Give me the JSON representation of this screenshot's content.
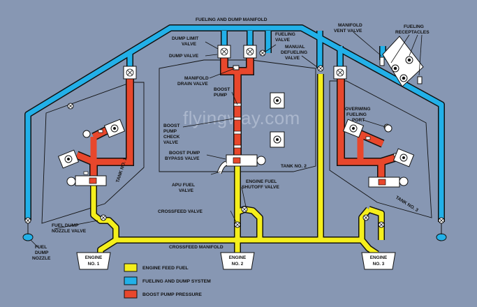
{
  "watermark": "flyingway.com",
  "colors": {
    "background": "#8797b3",
    "engine_feed_fuel": "#f5ef1c",
    "fueling_and_dump": "#22b0e8",
    "boost_pump_pressure": "#e8472c",
    "outline": "#111111"
  },
  "labels": {
    "fueling_dump_manifold": "FUELING AND DUMP MANIFOLD",
    "dump_limit_valve_1": "DUMP LIMIT",
    "dump_limit_valve_2": "VALVE",
    "dump_valve": "DUMP VALVE",
    "fueling_valve_1": "FUELING",
    "fueling_valve_2": "VALVE",
    "manual_defueling_valve_1": "MANUAL",
    "manual_defueling_valve_2": "DEFUELING",
    "manual_defueling_valve_3": "VALVE",
    "manifold_vent_valve_1": "MANIFOLD",
    "manifold_vent_valve_2": "VENT VALVE",
    "fueling_receptacles_1": "FUELING",
    "fueling_receptacles_2": "RECEPTACLES",
    "manifold_drain_valve_1": "MANIFOLD",
    "manifold_drain_valve_2": "DRAIN VALVE",
    "boost_pump_1": "BOOST",
    "boost_pump_2": "PUMP",
    "boost_pump_check_valve_1": "BOOST",
    "boost_pump_check_valve_2": "PUMP",
    "boost_pump_check_valve_3": "CHECK",
    "boost_pump_check_valve_4": "VALVE",
    "boost_pump_bypass_valve_1": "BOOST PUMP",
    "boost_pump_bypass_valve_2": "BYPASS VALVE",
    "tank_no_2": "TANK NO. 2",
    "tank_no_1": "TANK NO. 1",
    "tank_no_3": "TANK NO. 3",
    "overwing_fueling_port_1": "OVERWING",
    "overwing_fueling_port_2": "FUELING",
    "overwing_fueling_port_3": "PORT",
    "apu_fuel_valve_1": "APU FUEL",
    "apu_fuel_valve_2": "VALVE",
    "engine_fuel_shutoff_valve_1": "ENGINE FUEL",
    "engine_fuel_shutoff_valve_2": "SHUTOFF VALVE",
    "crossfeed_valve": "CROSSFEED VALVE",
    "crossfeed_manifold": "CROSSFEED MANIFOLD",
    "fuel_dump_nozzle_valve_1": "FUEL DUMP",
    "fuel_dump_nozzle_valve_2": "NOZZLE VALVE",
    "fuel_dump_nozzle_1": "FUEL",
    "fuel_dump_nozzle_2": "DUMP",
    "fuel_dump_nozzle_3": "NOZZLE",
    "engine_1_a": "ENGINE",
    "engine_1_b": "NO. 1",
    "engine_2_a": "ENGINE",
    "engine_2_b": "NO. 2",
    "engine_3_a": "ENGINE",
    "engine_3_b": "NO. 3"
  },
  "legend": [
    {
      "label": "ENGINE FEED FUEL",
      "color": "#f5ef1c"
    },
    {
      "label": "FUELING AND DUMP SYSTEM",
      "color": "#22b0e8"
    },
    {
      "label": "BOOST PUMP PRESSURE",
      "color": "#e8472c"
    }
  ]
}
